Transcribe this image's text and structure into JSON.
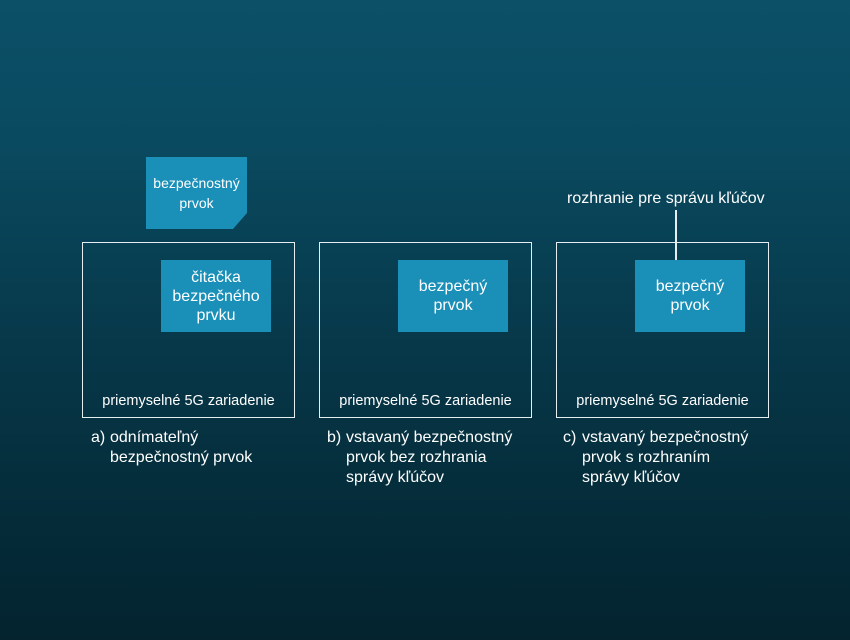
{
  "colors": {
    "chip": "#1a8fb7",
    "border": "#e6eef2",
    "background_top": "#0b5067",
    "background_bottom": "#04232f"
  },
  "sim_card": {
    "label": "bezpečnostný\nprvok"
  },
  "interface": {
    "label": "rozhranie pre správu kľúčov"
  },
  "panels": [
    {
      "device_label": "priemyselné 5G zariadenie",
      "chip_label": "čitačka\nbezpečného\nprvku",
      "caption_letter": "a)",
      "caption_text": "odnímateľný\nbezpečnostný prvok"
    },
    {
      "device_label": "priemyselné 5G zariadenie",
      "chip_label": "bezpečný\nprvok",
      "caption_letter": "b)",
      "caption_text": "vstavaný bezpečnostný\nprvok bez rozhrania\nsprávy kľúčov"
    },
    {
      "device_label": "priemyselné 5G zariadenie",
      "chip_label": "bezpečný\nprvok",
      "caption_letter": "c)",
      "caption_text": "vstavaný bezpečnostný\nprvok s rozhraním\nsprávy kľúčov"
    }
  ]
}
